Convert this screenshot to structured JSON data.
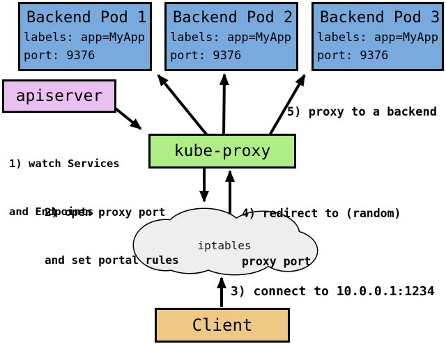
{
  "colors": {
    "pod-blue": "#79aade",
    "apiserver-pink": "#e9c0f1",
    "kubeproxy-green": "#afed86",
    "client-tan": "#efc983",
    "cloud-gray": "#eeeeee"
  },
  "nodes": {
    "pods": [
      {
        "title": "Backend Pod 1",
        "labels_line": "labels: app=MyApp",
        "port_line": "port: 9376"
      },
      {
        "title": "Backend Pod 2",
        "labels_line": "labels: app=MyApp",
        "port_line": "port: 9376"
      },
      {
        "title": "Backend Pod 3",
        "labels_line": "labels: app=MyApp",
        "port_line": "port: 9376"
      }
    ],
    "apiserver": {
      "label": "apiserver"
    },
    "kube_proxy": {
      "label": "kube-proxy"
    },
    "iptables": {
      "label": "iptables"
    },
    "client": {
      "label": "Client"
    }
  },
  "annotations": {
    "step1_line1": "1) watch Services",
    "step1_line2": "and Endpoints",
    "step2_line1": "2) open proxy port",
    "step2_line2": "and set portal rules",
    "step3": "3) connect to 10.0.0.1:1234",
    "step4_line1": "4) redirect to (random)",
    "step4_line2": "proxy port",
    "step5": "5) proxy to a backend"
  }
}
